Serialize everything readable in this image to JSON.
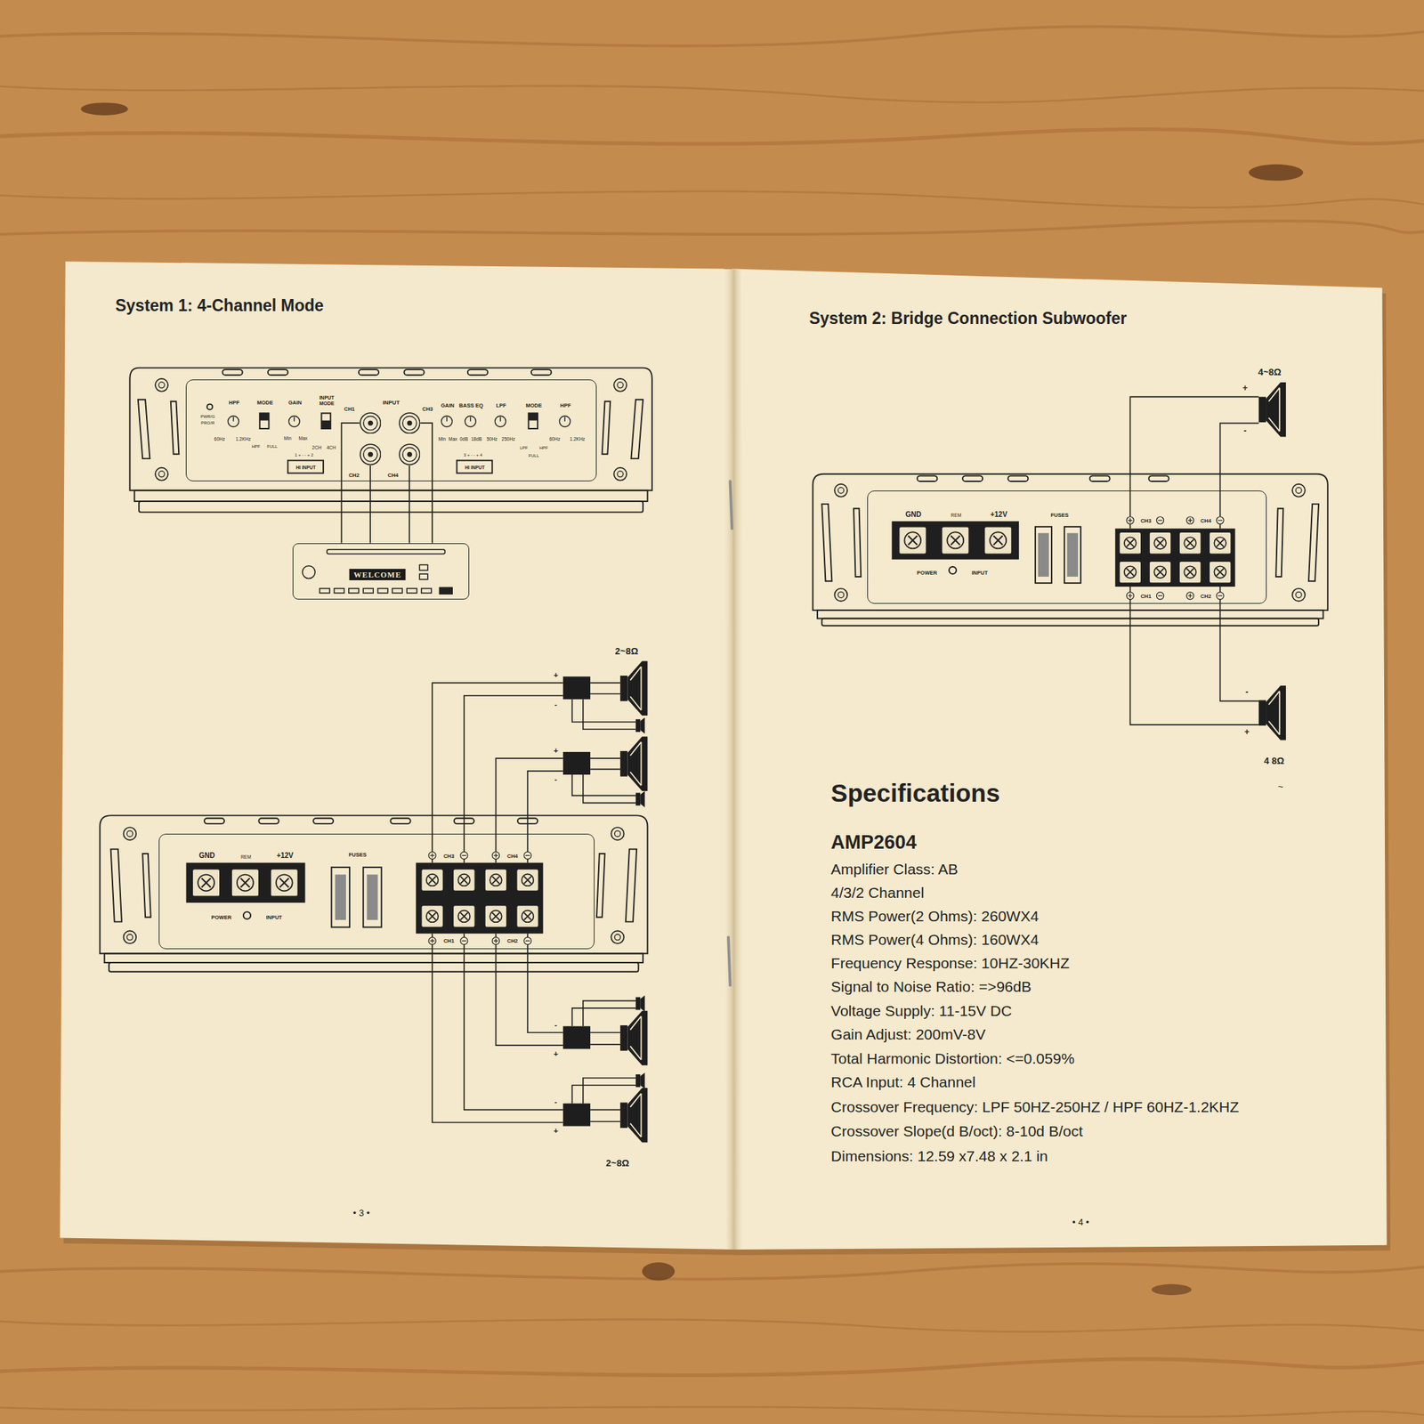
{
  "diagram": {
    "title": "System 1: 4-Channel Mode",
    "nodes": [
      {
        "text": [
          "PWR/G",
          "PRO/R",
          "HPF",
          "60Hz",
          "1.2KHz",
          "MODE",
          "HPF",
          "FULL",
          "GAIN",
          "Min",
          "Max",
          "INPUT MODE",
          "2CH",
          "4CH",
          "1 + - - + 2",
          "HI INPUT",
          "INPUT",
          "GAIN",
          "BASS EQ",
          "LPF",
          "Min",
          "Max",
          "0dB",
          "18dB",
          "50Hz",
          "250Hz",
          "3 + - - + 4",
          "HI INPUT",
          "MODE",
          "LPF",
          "HPF",
          "FULL",
          "HPF",
          "60Hz",
          "1.2KHz"
        ]
      },
      {
        "text": [
          "CH1"
        ],
        "in": 0
      },
      {
        "text": [
          "CH3"
        ],
        "in": 0
      },
      {
        "text": [
          "CH2"
        ],
        "in": 0
      },
      {
        "text": [
          "CH4"
        ],
        "in": 0
      },
      {
        "text": [
          "WELCOME"
        ]
      },
      {
        "text": [
          "GND",
          "REM",
          "+12V",
          "FUSES",
          "CH3",
          "CH4",
          "POWER",
          "INPUT",
          "CH1",
          "CH2"
        ]
      },
      {
        "text": [
          "GND",
          "REM",
          "+12V",
          "FUSES",
          "CH3",
          "CH4",
          "POWER",
          "INPUT",
          "CH1",
          "CH2"
        ]
      }
    ],
    "edges": [
      {
        "from": 5,
        "to": 1,
        "arrow": "none"
      },
      {
        "from": 5,
        "to": 2,
        "arrow": "none"
      },
      {
        "from": 5,
        "to": 3,
        "arrow": "none"
      },
      {
        "from": 5,
        "to": 4,
        "arrow": "none"
      }
    ],
    "labels": [
      "System 2: Bridge Connection Subwoofer",
      "2~8Ω",
      "+",
      "-",
      "+",
      "-",
      "-",
      "+",
      "-",
      "+",
      "2~8Ω",
      "• 3 •",
      "4~8Ω",
      "+",
      "-",
      "-",
      "+",
      "4 8Ω",
      "~",
      "Specifications",
      "AMP2604",
      "Amplifier Class: AB",
      "4/3/2 Channel",
      "RMS Power(2 Ohms): 260WX4",
      "RMS Power(4 Ohms): 160WX4",
      "Frequency Response: 10HZ-30KHZ",
      "Signal to Noise Ratio: =>96dB",
      "Voltage Supply: 11-15V DC",
      "Gain Adjust: 200mV-8V",
      "Total Harmonic Distortion: <=0.059%",
      "RCA Input: 4 Channel",
      "Crossover Frequency: LPF 50HZ-250HZ / HPF 60HZ-1.2KHZ",
      "Crossover Slope(d B/oct): 8-10d B/oct",
      "Dimensions: 12.59 x7.48 x 2.1 in",
      "• 4 •"
    ]
  }
}
